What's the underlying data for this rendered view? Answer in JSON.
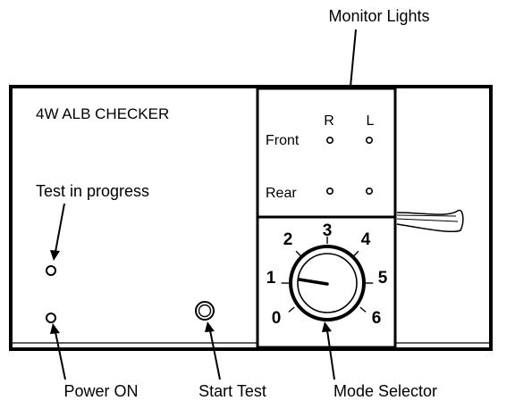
{
  "device": {
    "title": "4W ALB CHECKER"
  },
  "labels": {
    "monitor_lights": "Monitor Lights",
    "test_in_progress": "Test in progress",
    "power_on": "Power ON",
    "start_test": "Start Test",
    "mode_selector": "Mode Selector"
  },
  "monitor": {
    "col_right": "R",
    "col_left": "L",
    "row_front": "Front",
    "row_rear": "Rear"
  },
  "mode_selector": {
    "positions": [
      "0",
      "1",
      "2",
      "3",
      "4",
      "5",
      "6"
    ],
    "selected": "1"
  }
}
